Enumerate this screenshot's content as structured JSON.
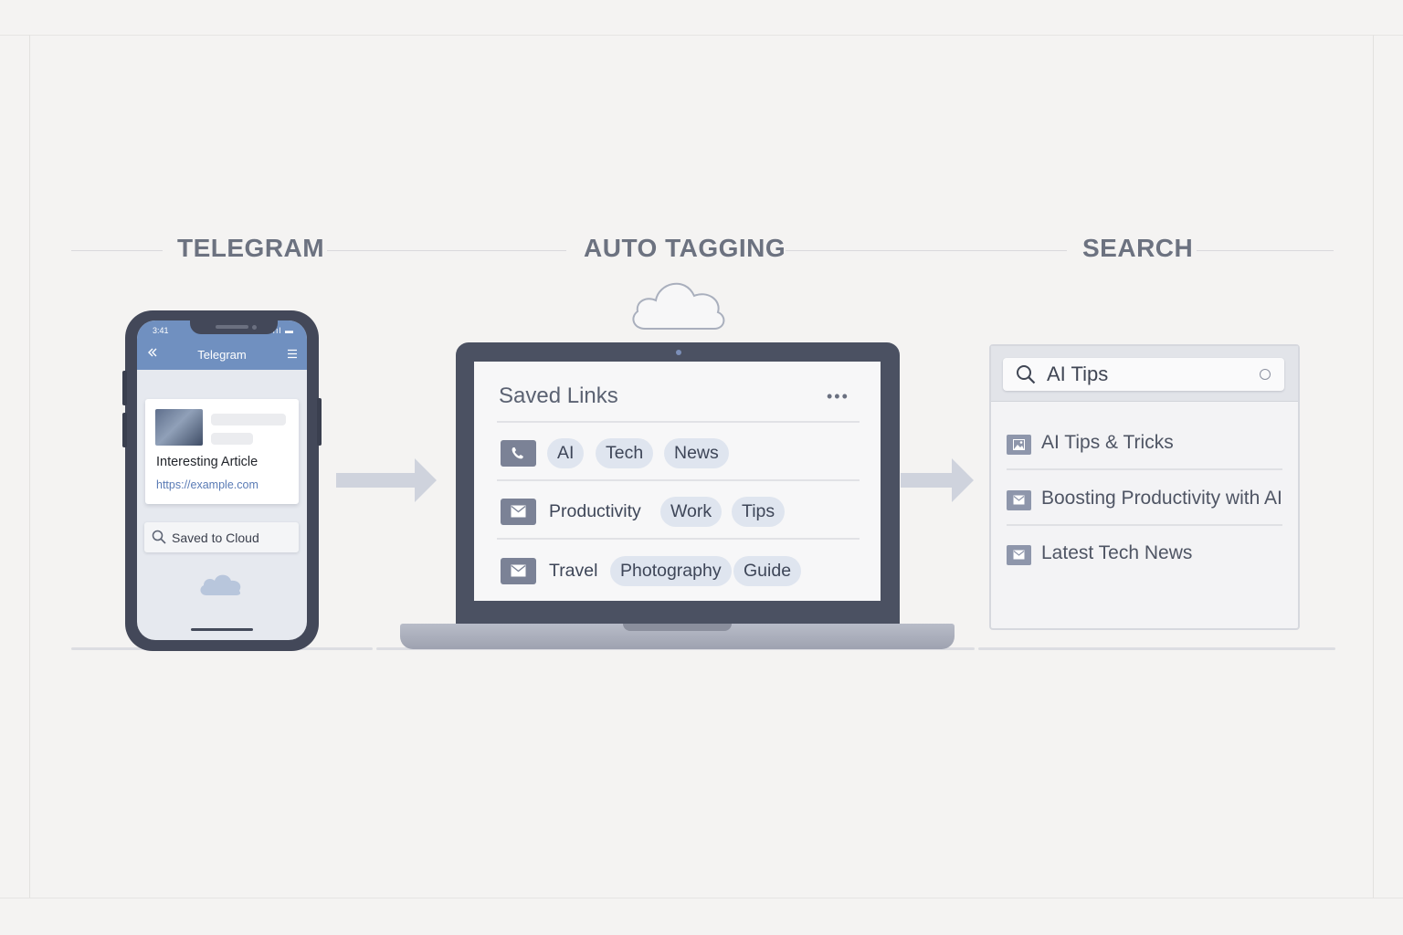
{
  "sections": {
    "telegram": "TELEGRAM",
    "auto_tagging": "AUTO TAGGING",
    "search": "SEARCH"
  },
  "phone": {
    "status_time": "3:41",
    "status_icons": "ııl ▬",
    "app_title": "Telegram",
    "message": {
      "title": "Interesting Article",
      "link": "https://example.com"
    },
    "saved_label": "Saved to Cloud"
  },
  "laptop": {
    "panel_title": "Saved Links",
    "more_label": "•••",
    "rows": [
      {
        "icon": "phone-icon",
        "tags": [
          "AI",
          "Tech",
          "News"
        ]
      },
      {
        "icon": "mail-icon",
        "tags": [
          "Productivity",
          "Work",
          "Tips"
        ]
      },
      {
        "icon": "mail-icon",
        "tags": [
          "Travel",
          "Photography",
          "Guide"
        ]
      }
    ]
  },
  "search": {
    "query": "AI Tips",
    "results": [
      {
        "icon": "image-icon",
        "label": "AI Tips & Tricks"
      },
      {
        "icon": "mail-icon",
        "label": "Boosting Productivity with AI"
      },
      {
        "icon": "mail-icon",
        "label": "Latest Tech News"
      }
    ]
  },
  "colors": {
    "background": "#f4f3f2",
    "device_dark": "#434859",
    "telegram_blue": "#7090c0",
    "tag_bg": "#dfe5ef",
    "icon_gray": "#7b8296"
  }
}
